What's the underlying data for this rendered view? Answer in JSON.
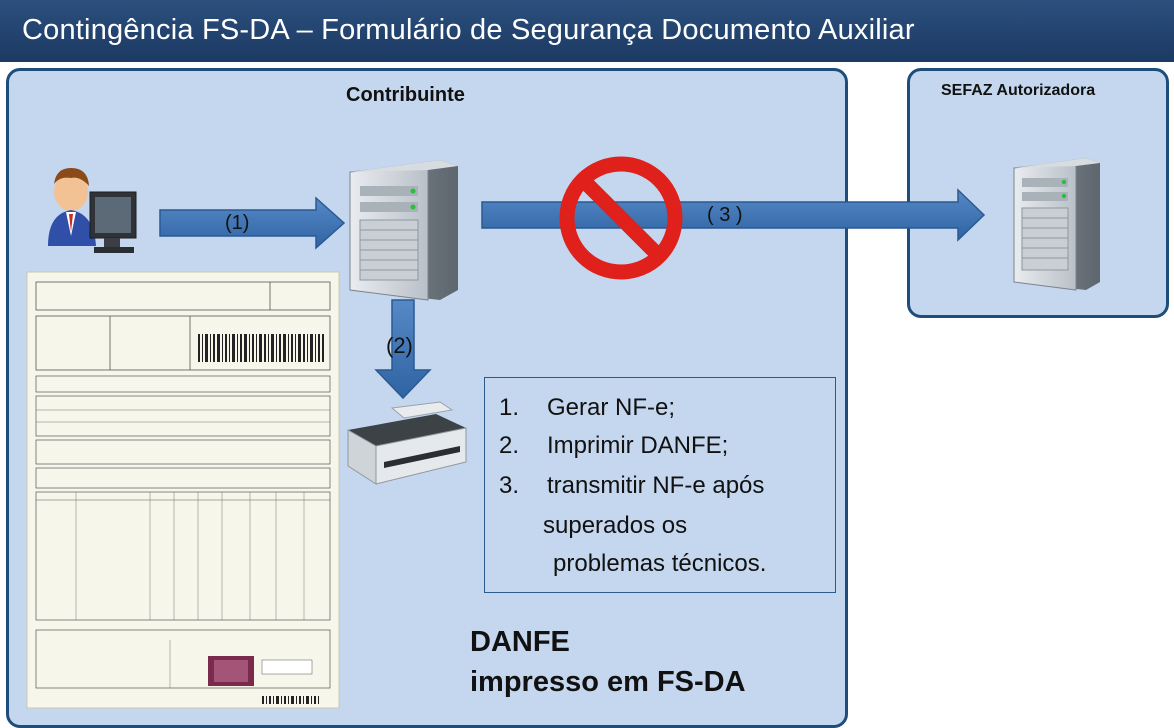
{
  "header": {
    "title": "Contingência FS-DA – Formulário de Segurança Documento Auxiliar"
  },
  "contribuinte": {
    "label": "Contribuinte"
  },
  "sefaz": {
    "label": "SEFAZ Autorizadora"
  },
  "arrows": {
    "a1": "(1)",
    "a2": "(2)",
    "a3": "( 3 )"
  },
  "steps": [
    {
      "num": "1.",
      "text": "Gerar NF-e;"
    },
    {
      "num": "2.",
      "text": "Imprimir DANFE;"
    },
    {
      "num": "3.",
      "text": "transmitir NF-e após"
    },
    {
      "num": "",
      "text": "superados os"
    },
    {
      "num": "",
      "text": "problemas técnicos."
    }
  ],
  "danfe": {
    "line1": "DANFE",
    "line2": "impresso em FS-DA"
  },
  "colors": {
    "title_bg": "#1f4070",
    "panel_bg": "#c5d7ee",
    "panel_border": "#1d4e7b",
    "arrow": "#3f74b3",
    "prohibit": "#e0201b"
  },
  "icons": [
    "user-at-computer-icon",
    "server-icon",
    "printer-icon",
    "prohibited-icon",
    "danfe-document-image"
  ]
}
